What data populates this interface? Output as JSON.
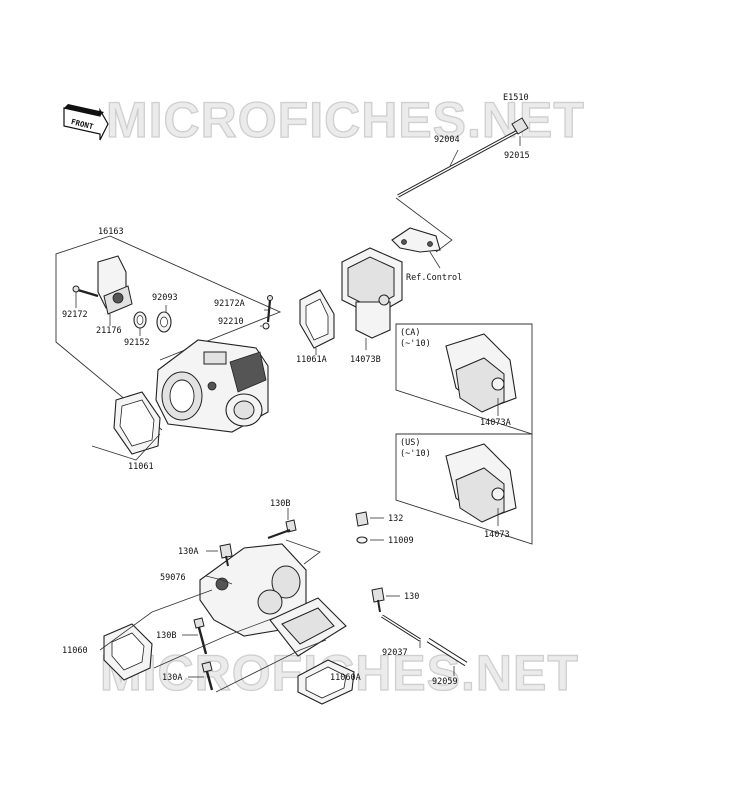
{
  "diagram_code": "E1510",
  "watermarks": [
    "MICROFICHES.NET",
    "MICROFICHES.NET"
  ],
  "front_label": "FRONT",
  "ref_label": "Ref.Control",
  "variants": {
    "ca": {
      "region": "(CA)",
      "years": "(~'10)"
    },
    "us": {
      "region": "(US)",
      "years": "(~'10)"
    }
  },
  "parts": {
    "p16163": "16163",
    "p92172": "92172",
    "p21176": "21176",
    "p92093": "92093",
    "p92152": "92152",
    "p92172A": "92172A",
    "p92210": "92210",
    "p11061A": "11061A",
    "p14073B": "14073B",
    "p92004": "92004",
    "p92015": "92015",
    "p14073A": "14073A",
    "p14073": "14073",
    "p11061": "11061",
    "p130B_top": "130B",
    "p132": "132",
    "p11009": "11009",
    "p130A_top": "130A",
    "p59076": "59076",
    "p130": "130",
    "p11060": "11060",
    "p130B_bottom": "130B",
    "p92037": "92037",
    "p130A_bottom": "130A",
    "p11060A": "11060A",
    "p92059": "92059"
  }
}
